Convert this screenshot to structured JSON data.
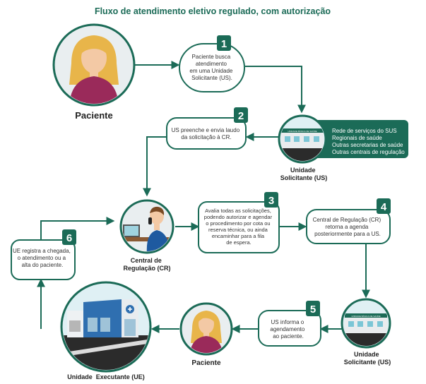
{
  "title": "Fluxo de atendimento eletivo regulado, com autorização",
  "colors": {
    "primary": "#1b6b57",
    "box_border": "#1b6b57",
    "text": "#333333",
    "network_bg": "#1b6b57",
    "skin": "#f3c9a5",
    "hair": "#e8b54a",
    "shirt": "#9a2a5a"
  },
  "actors": {
    "paciente_top": "Paciente",
    "us_top_line1": "Unidade",
    "us_top_line2": "Solicitante (US)",
    "cr_line1": "Central de",
    "cr_line2": "Regulação (CR)",
    "us_bottom_line1": "Unidade",
    "us_bottom_line2": "Solicitante (US)",
    "paciente_bottom": "Paciente",
    "ue": "Unidade  Executante (UE)"
  },
  "network": {
    "items": [
      "Rede de serviços do SUS",
      "Regionais de saúde",
      "Outras secretarias de saúde",
      "Outras centrais de regulação"
    ]
  },
  "building_sign": "UNIDADE BÁSICA DE SAÚDE",
  "steps": [
    {
      "number": "1",
      "lines": [
        "Paciente busca",
        "atendimento",
        "em uma Unidade",
        "Solicitante (US)."
      ]
    },
    {
      "number": "2",
      "lines": [
        "US preenche e envia laudo",
        "da solicitação à CR."
      ]
    },
    {
      "number": "3",
      "lines": [
        "Avalia todas as solicitações,",
        "podendo autorizar e agendar",
        "o procedimento por cota ou",
        "reserva técnica, ou ainda",
        "encaminhar para a fila",
        "de espera."
      ]
    },
    {
      "number": "4",
      "lines": [
        "Central de Regulação (CR)",
        "retorna a agenda",
        "posteriormente para a US."
      ]
    },
    {
      "number": "5",
      "lines": [
        "US informa o",
        "agendamento",
        "ao paciente."
      ]
    },
    {
      "number": "6",
      "lines": [
        "UE registra a chegada,",
        "o atendimento ou a",
        "alta do paciente."
      ]
    }
  ]
}
